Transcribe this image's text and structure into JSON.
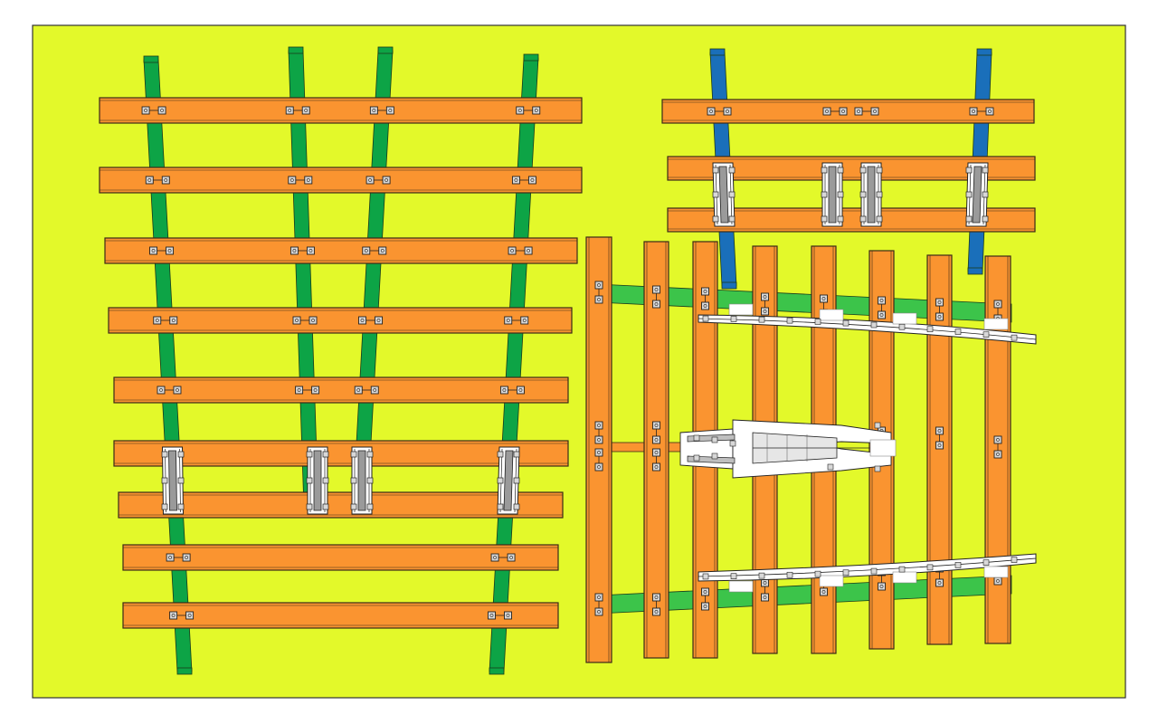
{
  "colors": {
    "board": "#e3f92a",
    "board_border": "#333333",
    "tie": "#fa9430",
    "tie_edge": "#3a2a18",
    "rail_green": "#0da446",
    "rail_green_light": "#3cc44a",
    "rail_blue": "#1a6fba",
    "plate": "#ffffff",
    "plate_edge": "#222222",
    "clip": "#d8d8d8"
  },
  "panels": [
    {
      "name": "left-ladder-panel",
      "tie_count": 9,
      "rail_count": 4,
      "rail_color": "green",
      "slide_plate_rows": 2
    },
    {
      "name": "top-right-panel",
      "tie_count": 3,
      "rail_count": 2,
      "rail_color": "blue",
      "slide_plate_rows": 2
    },
    {
      "name": "bottom-right-frog-panel",
      "tie_count": 8,
      "rail_count": 2,
      "rail_color": "light-green",
      "frog": true
    }
  ]
}
